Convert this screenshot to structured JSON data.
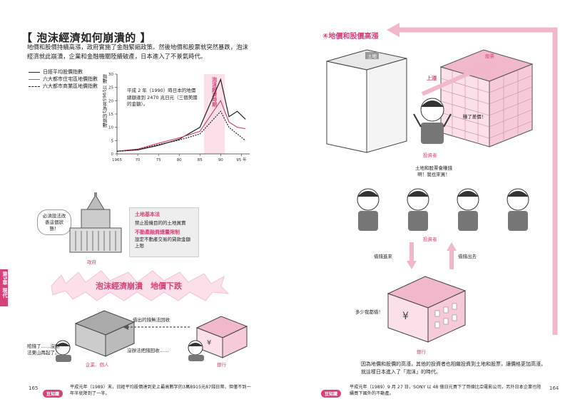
{
  "left_page": {
    "heading": "【 泡沫經濟如何崩潰的 】",
    "intro": "地價和股價持續高漲，政府實施了金融緊縮政策。然後地價和股票就突然暴跌，泡沫經濟就此崩潰，企業和金融機關陸續破產，日本進入了不景氣時代。",
    "chart_data": {
      "type": "line",
      "x": [
        1965,
        1970,
        1975,
        1980,
        1985,
        1990,
        1995
      ],
      "xticks": [
        "1965",
        "70",
        "75",
        "80",
        "85",
        "90",
        "95 年"
      ],
      "yticks": [
        "0",
        "5",
        "10",
        "15",
        "20",
        "25",
        "30"
      ],
      "ylim": [
        0,
        30
      ],
      "ylabel": "指數 以1965年為1的指數",
      "series": [
        {
          "name": "日經平均股價指數",
          "style": "solid",
          "color": "#222222",
          "values": [
            1,
            1.5,
            3.2,
            5.5,
            10,
            28,
            14,
            16,
            13
          ]
        },
        {
          "name": "六大都市住宅區地價指數",
          "style": "solid",
          "color": "#d8407a",
          "values": [
            1,
            1.8,
            4,
            6,
            8.5,
            20,
            12,
            10,
            9.5
          ]
        },
        {
          "name": "六大都市商業區地價指數",
          "style": "dashed",
          "color": "#222222",
          "values": [
            1,
            1.6,
            3.5,
            5.2,
            7.5,
            16,
            10,
            7.5,
            5
          ]
        }
      ],
      "x_points": [
        1965,
        1970,
        1975,
        1980,
        1985,
        1990,
        1992,
        1994,
        1996
      ],
      "band_label": "泡沫經濟時期",
      "annotation": "平成 2 年（1990）時日本的地價總額達到 2470 兆日元（三個美國的金額）。"
    },
    "gov": {
      "bubble": "必須設法改善這個狀態！",
      "label": "政府",
      "policy_title_1": "土地基本法",
      "policy_desc_1": "禁止投機目的的土地買賣",
      "policy_title_2": "不動產融資總量限制",
      "policy_desc_2": "設定不動產交易的貸款金額上限"
    },
    "collapse_banner": "泡沫經濟崩潰　地價下跌",
    "bottom": {
      "debtor_bubble": "賠錢了……沒辦法東山再起了。",
      "company_label": "企業、個人",
      "arrow_label": "借出的錢無法回收",
      "bank_bubble": "沒辦法把錢回收……",
      "bank_label": "銀行"
    },
    "side_tab_top": "第5章",
    "side_tab_bottom": "現代",
    "page_number": "165",
    "footnote_badge": "豆知識",
    "footnote": "平成元年（1989）末，日經平均股價達到史上最高數字的3萬8915元87錢日幣，但僅不到一年半就降到了一半。"
  },
  "right_page": {
    "heading": "④地價和股價高漲",
    "land_label": "土地",
    "stock_label": "股票",
    "rise_label": "上漲",
    "investor_bubble_1": "賺了差價！",
    "investor_label_1": "投資者",
    "investor_bubble_2": "土地和股票會賺錢啊！我也來買！",
    "investor_label_2": "投資者",
    "borrow_label": "借錢進來",
    "lend_label": "借錢出去",
    "bank_bubble": "多少我都借！",
    "bank_label": "銀行",
    "caption": "因為地價和股價的高漲，其他的投資者也相繼投資到土地和股票，讓價格更加高漲，就這樣日本進入了「泡沫」的時代。",
    "footnote_badge": "豆知識",
    "footnote": "平成元年（1989）9 月 27 日，SONY 以 48 億日元買下了哥倫比亞電影公司，另外日本企業也陸續買下國外的不動產。",
    "page_number": "164"
  },
  "colors": {
    "accent": "#d8407a",
    "light_pink": "#fbe0ea",
    "gray": "#9a9a9a"
  }
}
